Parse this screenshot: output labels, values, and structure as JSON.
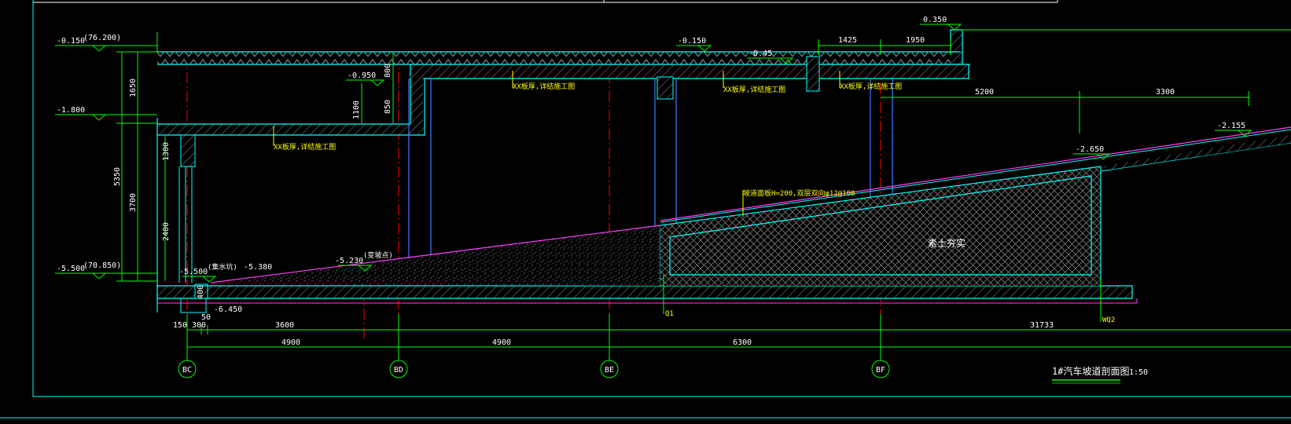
{
  "colors": {
    "background": "#000000",
    "structure": "#00ffff",
    "dimension": "#00ff00",
    "axis": "#ff0000",
    "annotation": "#ffff00",
    "surface": "#ff40ff",
    "text": "#ffffff"
  },
  "elevations": {
    "top_left": "-0.150",
    "top_left_abs": "(76.200)",
    "mid_left": "-1.800",
    "bottom_left": "-5.500",
    "bottom_left_abs": "(70.850)",
    "step": "-0.950",
    "roof_mid": "-0.150",
    "roof_beam": "-0.45",
    "roof_right": "0.350",
    "ramp_right": "-2.155",
    "ramp_mid": "-2.650",
    "pit_left": "-5.500",
    "pit_left_note": "(集水坑)",
    "ramp_low": "-5.380",
    "ramp_low2": "-5.230",
    "ramp_low2_note": "(变坡点)",
    "pit_bottom": "-6.450"
  },
  "dimensions": {
    "v_total": "5350",
    "v_upper": "1650",
    "v_lower": "3700",
    "v_1300": "1300",
    "v_2400": "2400",
    "v_800": "800",
    "v_1100": "1100",
    "v_850": "850",
    "v_400": "400",
    "h_1425": "1425",
    "h_1950": "1950",
    "h_5200": "5200",
    "h_3300": "3300",
    "h_150": "150",
    "h_300": "300",
    "h_50": "50",
    "h_3600": "3600",
    "h_31733": "31733",
    "h_4900a": "4900",
    "h_4900b": "4900",
    "h_6300": "6300"
  },
  "notes": {
    "note1": "XX板厚,详结施工图",
    "note2": "XX板厚,详结施工图",
    "note3": "XX板厚,详结施工图",
    "note4": "XX板厚,详结施工图",
    "ramp_slab": "坡道面板H=200,双层双向φ12@100",
    "fill": "素土夯实",
    "wall_q1": "Q1",
    "wall_wq2": "WQ2"
  },
  "axes": [
    "BC",
    "BD",
    "BE",
    "BF"
  ],
  "title": {
    "name": "1#汽车坡道剖面图",
    "scale": "1:50"
  }
}
